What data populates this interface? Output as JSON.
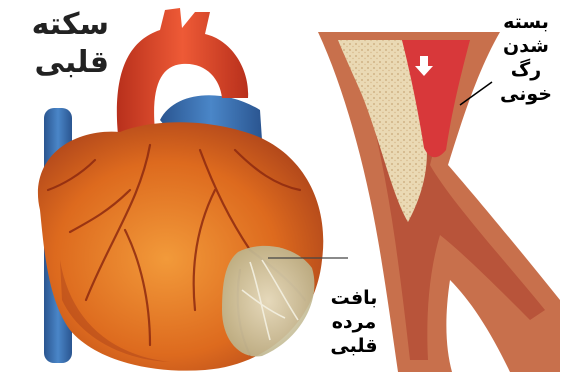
{
  "title": {
    "lines": [
      "سکته",
      "قلبی"
    ]
  },
  "annotations": {
    "blocked_artery": {
      "lines": [
        "بسته",
        "شدن",
        "رگ",
        "خونی"
      ]
    },
    "dead_tissue": {
      "lines": [
        "بافت",
        "مرده",
        "قلبی"
      ]
    }
  },
  "colors": {
    "heart": "#d8641e",
    "heart_dark": "#a8401a",
    "aorta": "#e0442a",
    "vein_blue": "#3a6fb0",
    "artery_wall": "#c86a4a",
    "plaque": "#e8d6b0",
    "clot": "#d8383a",
    "dead_tissue": "#c9c2a0"
  }
}
